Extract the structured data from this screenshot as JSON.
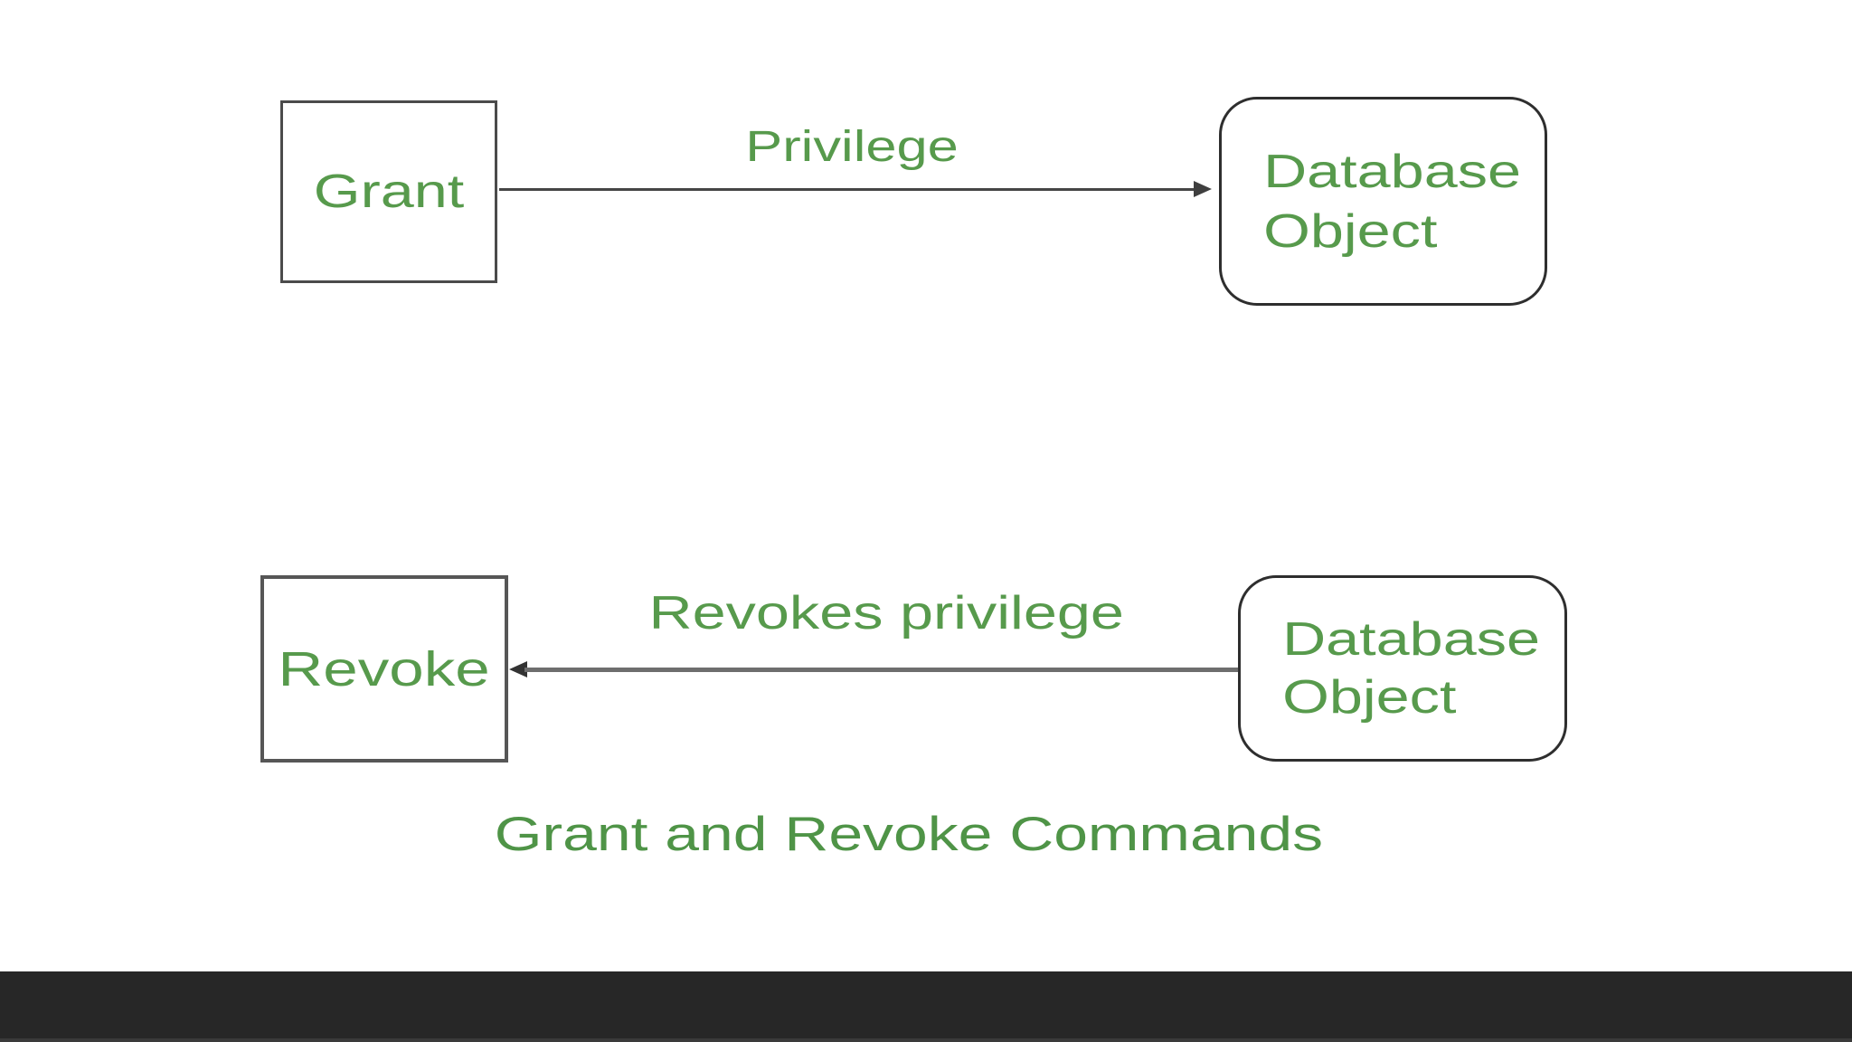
{
  "caption": "Grant and Revoke Commands",
  "nodes": {
    "grant": {
      "label": "Grant"
    },
    "database_object_top": {
      "line1": "Database",
      "line2": "Object"
    },
    "revoke": {
      "label": "Revoke"
    },
    "database_object_bottom": {
      "line1": "Database",
      "line2": "Object"
    }
  },
  "arrows": {
    "grant_to_database": {
      "label": "Privilege",
      "from": "Grant",
      "to": "Database Object",
      "direction": "right"
    },
    "database_to_revoke": {
      "label": "Revokes privilege",
      "from": "Database Object",
      "to": "Revoke",
      "direction": "left"
    }
  },
  "colors": {
    "text_green": "#579a4c",
    "caption_green": "#4f9447",
    "square_border_gray": "#4b4b4b",
    "rounded_border_dark": "#2e2e2e",
    "arrow_top_gray": "#454545",
    "arrow_bottom_gray": "#6e6e6e",
    "letterbox_dark": "#272727",
    "background": "#ffffff"
  }
}
